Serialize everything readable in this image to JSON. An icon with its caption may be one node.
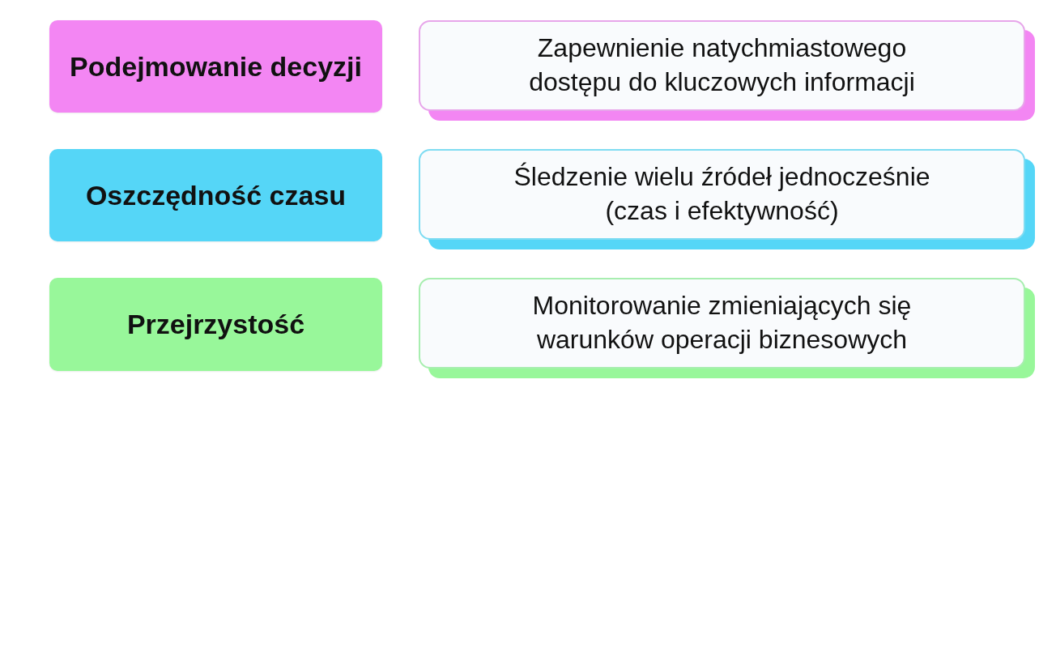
{
  "diagram": {
    "nodes": [
      {
        "text": [
          "Podejmowanie decyzji"
        ]
      },
      {
        "text": [
          "Zapewnienie natychmiastowego dostępu do kluczowych informacji"
        ]
      },
      {
        "text": [
          "Oszczędność czasu"
        ]
      },
      {
        "text": [
          "Śledzenie wielu źródeł jednocześnie (czas i efektywność)"
        ]
      },
      {
        "text": [
          "Przejrzystość"
        ]
      },
      {
        "text": [
          "Monitorowanie zmieniających się warunków operacji biznesowych"
        ]
      }
    ]
  }
}
